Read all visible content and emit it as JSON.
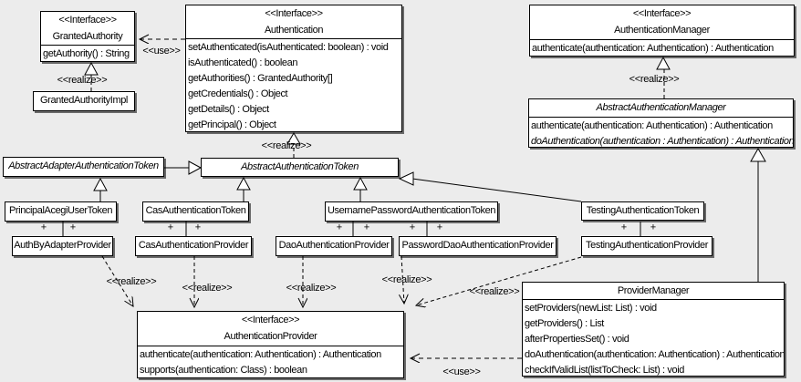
{
  "diagram": {
    "background_color": "#ececec",
    "box_fill_color": "#ffffff",
    "line_color": "#000000",
    "classes": {
      "granted_authority": {
        "stereotype": "<<Interface>>",
        "name": "GrantedAuthority",
        "methods": [
          "getAuthority() : String"
        ]
      },
      "granted_authority_impl": {
        "name": "GrantedAuthorityImpl"
      },
      "authentication": {
        "stereotype": "<<Interface>>",
        "name": "Authentication",
        "methods": [
          "setAuthenticated(isAuthenticated: boolean) : void",
          "isAuthenticated() : boolean",
          "getAuthorities() : GrantedAuthority[]",
          "getCredentials() : Object",
          "getDetails() : Object",
          "getPrincipal() : Object"
        ]
      },
      "authentication_manager": {
        "stereotype": "<<Interface>>",
        "name": "AuthenticationManager",
        "methods": [
          "authenticate(authentication: Authentication) : Authentication"
        ]
      },
      "abstract_authentication_manager": {
        "name": "AbstractAuthenticationManager",
        "methods": [
          "authenticate(authentication: Authentication) : Authentication",
          "doAuthentication(authentication : Authentication) : Authentication"
        ]
      },
      "abstract_adapter_authentication_token": {
        "name": "AbstractAdapterAuthenticationToken"
      },
      "abstract_authentication_token": {
        "name": "AbstractAuthenticationToken"
      },
      "principal_acegi_user_token": {
        "name": "PrincipalAcegiUserToken"
      },
      "cas_authentication_token": {
        "name": "CasAuthenticationToken"
      },
      "username_password_authentication_token": {
        "name": "UsernamePasswordAuthenticationToken"
      },
      "testing_authentication_token": {
        "name": "TestingAuthenticationToken"
      },
      "auth_by_adapter_provider": {
        "name": "AuthByAdapterProvider"
      },
      "cas_authentication_provider": {
        "name": "CasAuthenticationProvider"
      },
      "dao_authentication_provider": {
        "name": "DaoAuthenticationProvider"
      },
      "password_dao_authentication_provider": {
        "name": "PasswordDaoAuthenticationProvider"
      },
      "testing_authentication_provider": {
        "name": "TestingAuthenticationProvider"
      },
      "authentication_provider": {
        "stereotype": "<<Interface>>",
        "name": "AuthenticationProvider",
        "methods": [
          "authenticate(authentication: Authentication) : Authentication",
          "supports(authentication: Class) : boolean"
        ]
      },
      "provider_manager": {
        "name": "ProviderManager",
        "methods": [
          "setProviders(newList: List) : void",
          "getProviders() : List",
          "afterPropertiesSet() : void",
          "doAuthentication(authentication: Authentication) : Authentication",
          "checkIfValidList(listToCheck: List) : void"
        ]
      }
    },
    "edge_labels": {
      "use_top": "<<use>>",
      "realize_granted": "<<realize>>",
      "realize_token": "<<realize>>",
      "realize_manager": "<<realize>>",
      "realize_adapter_provider": "<<realize>>",
      "realize_cas_provider": "<<realize>>",
      "realize_dao_provider": "<<realize>>",
      "realize_password_dao_provider": "<<realize>>",
      "realize_testing_provider": "<<realize>>",
      "use_bottom": "<<use>>"
    },
    "symbols": {
      "plus": "+"
    }
  }
}
